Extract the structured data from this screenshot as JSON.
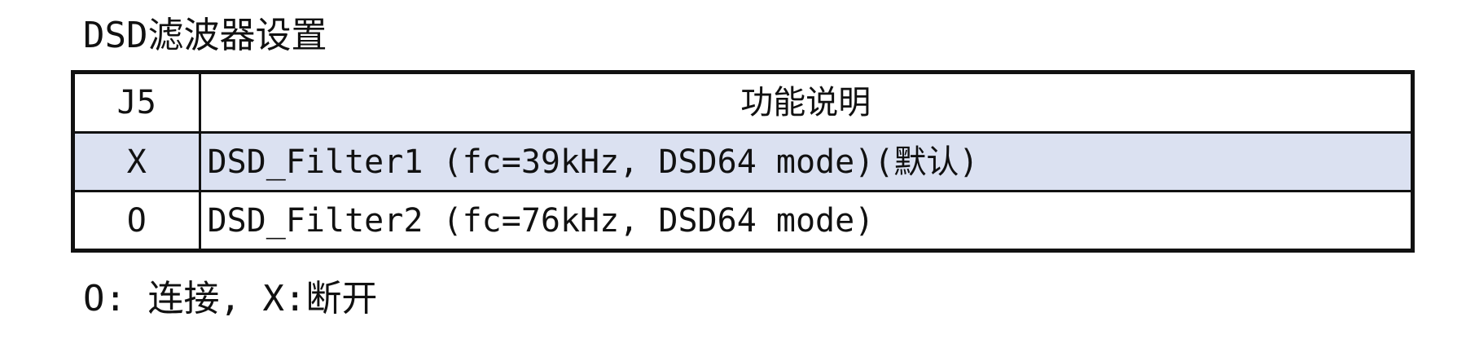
{
  "title": "DSD滤波器设置",
  "table": {
    "headers": [
      "J5",
      "功能说明"
    ],
    "rows": [
      {
        "j5": "X",
        "desc": "DSD_Filter1 (fc=39kHz, DSD64 mode)(默认)"
      },
      {
        "j5": "O",
        "desc": "DSD_Filter2 (fc=76kHz, DSD64 mode)"
      }
    ],
    "highlight_color": "#dbe1f1"
  },
  "footer": "O: 连接, X:断开"
}
